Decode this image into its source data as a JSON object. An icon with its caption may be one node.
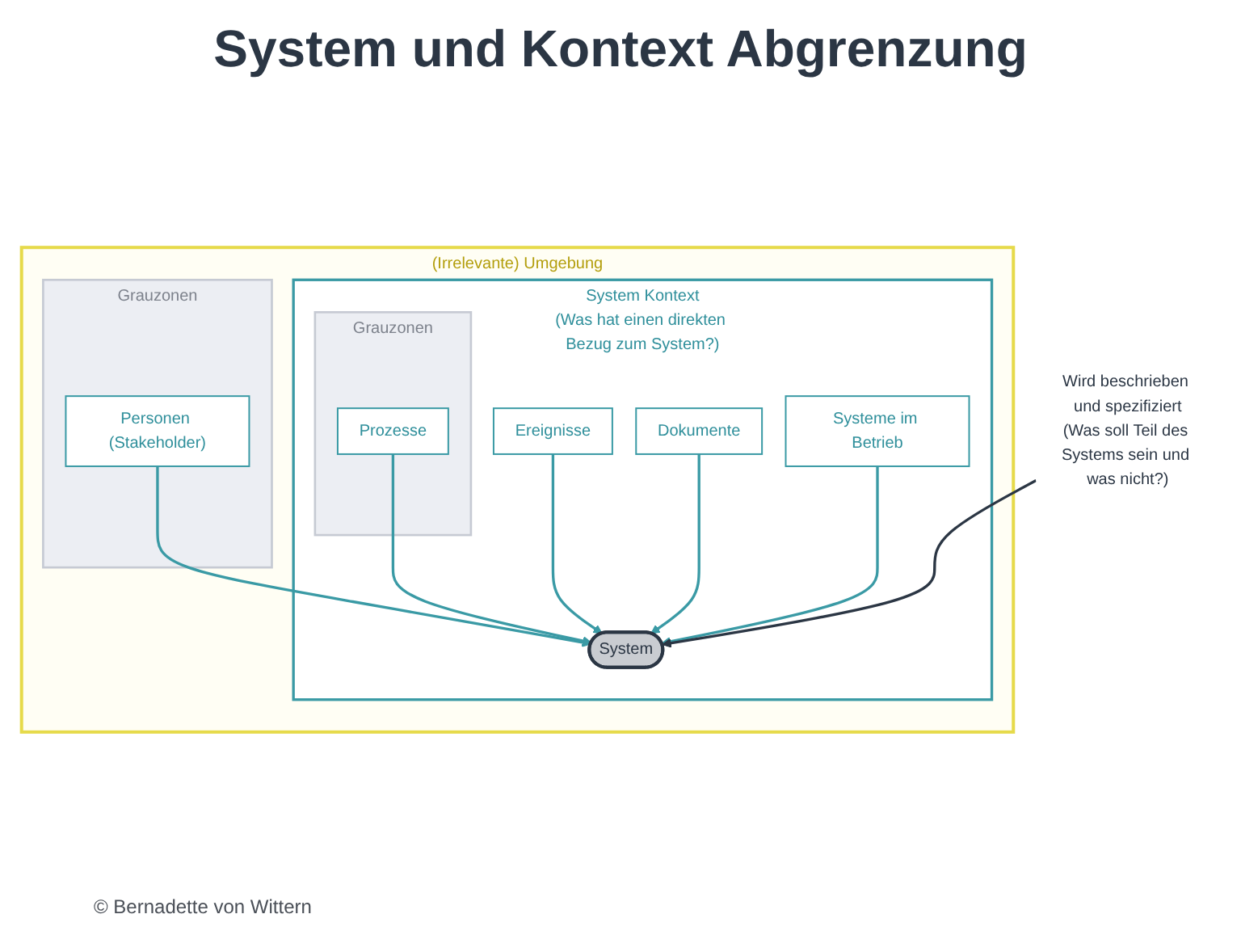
{
  "diagram": {
    "title": "System und Kontext Abgrenzung",
    "nodes": [
      {
        "text": [
          "(Irrelevante) Umgebung"
        ]
      },
      {
        "text": [
          "System Kontext",
          "(Was hat einen direkten Bezug zum System?)"
        ],
        "in": 0
      },
      {
        "text": [
          "Ereignisse"
        ],
        "in": 1
      },
      {
        "text": [
          "Dokumente"
        ],
        "in": 1
      },
      {
        "text": [
          "Grauzonen"
        ],
        "in": 0
      },
      {
        "text": [
          "Personen (Stakeholder)"
        ],
        "in": 4
      },
      {
        "text": [
          "System"
        ],
        "in": 1
      },
      {
        "text": [
          "Systeme im Betrieb"
        ],
        "in": 1
      },
      {
        "text": [
          "Grauzonen"
        ],
        "in": 1
      },
      {
        "text": [
          "Prozesse"
        ],
        "in": 8
      },
      {
        "text": [
          "Wird beschrieben und spezifiziert",
          "(Was soll Teil des Systems sein und was nicht?)"
        ]
      }
    ],
    "edges": [
      {
        "from": 2,
        "to": 6,
        "arrow": "to"
      },
      {
        "from": 3,
        "to": 6,
        "arrow": "to"
      },
      {
        "from": 5,
        "to": 6,
        "arrow": "to"
      },
      {
        "from": 7,
        "to": 6,
        "arrow": "to"
      },
      {
        "from": 9,
        "to": 6,
        "arrow": "to"
      },
      {
        "from": 10,
        "to": 6,
        "arrow": "to",
        "color": "#2b3644"
      }
    ],
    "labels": [
      "© Bernadette von Wittern"
    ]
  }
}
